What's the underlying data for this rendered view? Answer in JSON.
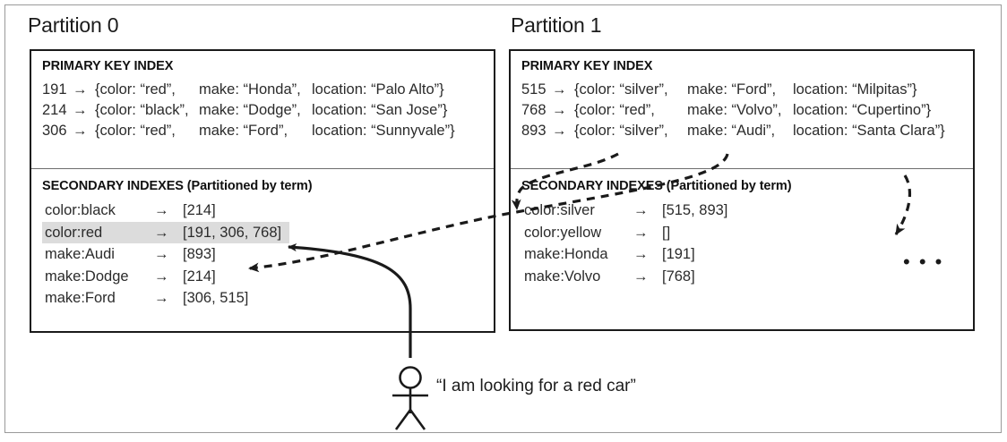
{
  "figure": {
    "partitions": [
      {
        "title": "Partition 0",
        "primary_index": {
          "heading": "PRIMARY KEY INDEX",
          "rows": [
            {
              "key": "191",
              "arrow": "→",
              "open": "{color:",
              "color": "“red”,",
              "make_label": "make:",
              "make": "“Honda”,",
              "loc_label": "location:",
              "loc": "“Palo Alto”}"
            },
            {
              "key": "214",
              "arrow": "→",
              "open": "{color:",
              "color": "“black”,",
              "make_label": "make:",
              "make": "“Dodge”,",
              "loc_label": "location:",
              "loc": "“San Jose”}"
            },
            {
              "key": "306",
              "arrow": "→",
              "open": "{color:",
              "color": "“red”,",
              "make_label": "make:",
              "make": "“Ford”,",
              "loc_label": "location:",
              "loc": "“Sunnyvale”}"
            }
          ]
        },
        "secondary_index": {
          "heading": "SECONDARY INDEXES (Partitioned by term)",
          "rows": [
            {
              "term": "color:black",
              "arrow": "→",
              "ids": "[214]",
              "highlighted": false
            },
            {
              "term": "color:red",
              "arrow": "→",
              "ids": "[191, 306, 768]",
              "highlighted": true
            },
            {
              "term": "make:Audi",
              "arrow": "→",
              "ids": "[893]",
              "highlighted": false
            },
            {
              "term": "make:Dodge",
              "arrow": "→",
              "ids": "[214]",
              "highlighted": false
            },
            {
              "term": "make:Ford",
              "arrow": "→",
              "ids": "[306, 515]",
              "highlighted": false
            }
          ]
        }
      },
      {
        "title": "Partition 1",
        "primary_index": {
          "heading": "PRIMARY KEY INDEX",
          "rows": [
            {
              "key": "515",
              "arrow": "→",
              "open": "{color:",
              "color": "“silver”,",
              "make_label": "make:",
              "make": "“Ford”,",
              "loc_label": "location:",
              "loc": "“Milpitas”}"
            },
            {
              "key": "768",
              "arrow": "→",
              "open": "{color:",
              "color": "“red”,",
              "make_label": "make:",
              "make": "“Volvo”,",
              "loc_label": "location:",
              "loc": "“Cupertino”}"
            },
            {
              "key": "893",
              "arrow": "→",
              "open": "{color:",
              "color": "“silver”,",
              "make_label": "make:",
              "make": "“Audi”,",
              "loc_label": "location:",
              "loc": "“Santa Clara”}"
            }
          ]
        },
        "secondary_index": {
          "heading": "SECONDARY INDEXES (Partitioned by term)",
          "rows": [
            {
              "term": "color:silver",
              "arrow": "→",
              "ids": "[515, 893]",
              "highlighted": false
            },
            {
              "term": "color:yellow",
              "arrow": "→",
              "ids": "[]",
              "highlighted": false
            },
            {
              "term": "make:Honda",
              "arrow": "→",
              "ids": "[191]",
              "highlighted": false
            },
            {
              "term": "make:Volvo",
              "arrow": "→",
              "ids": "[768]",
              "highlighted": false
            }
          ],
          "ellipsis": "• • •"
        }
      }
    ],
    "user": {
      "query_text": "“I am looking for a red car”",
      "icon": "stick-figure"
    },
    "colors": {
      "line": "#1a1a1a",
      "frame": "#9a9a9a",
      "highlight": "#dcdcdc",
      "text": "#2b2b2b"
    }
  }
}
